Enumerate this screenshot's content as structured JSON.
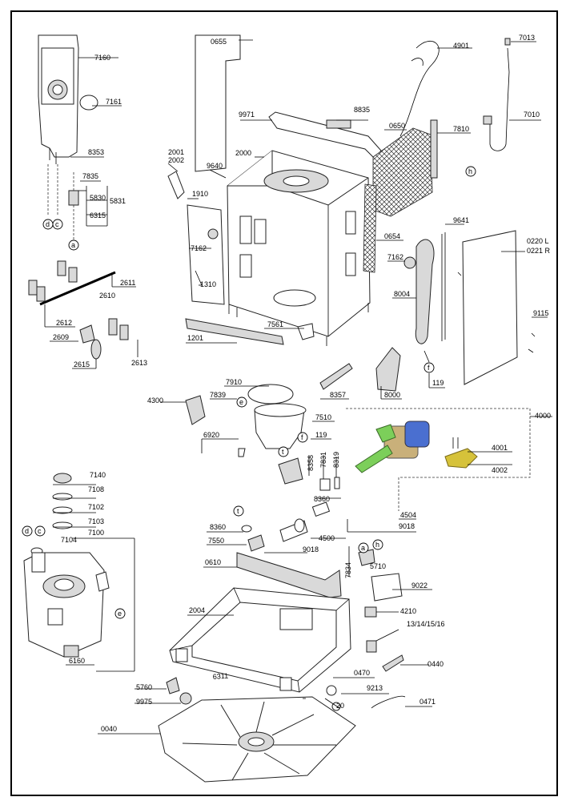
{
  "labels": [
    {
      "id": "l7160",
      "text": "7160"
    },
    {
      "id": "l7161",
      "text": "7161"
    },
    {
      "id": "l8353",
      "text": "8353"
    },
    {
      "id": "l7835",
      "text": "7835"
    },
    {
      "id": "l5830",
      "text": "5830"
    },
    {
      "id": "l5831",
      "text": "5831"
    },
    {
      "id": "l6315",
      "text": "6315"
    },
    {
      "id": "l0655",
      "text": "0655"
    },
    {
      "id": "l9971",
      "text": "9971"
    },
    {
      "id": "l8835",
      "text": "8835"
    },
    {
      "id": "l4901",
      "text": "4901"
    },
    {
      "id": "l7013",
      "text": "7013"
    },
    {
      "id": "l7010",
      "text": "7010"
    },
    {
      "id": "l7810",
      "text": "7810"
    },
    {
      "id": "l0650",
      "text": "0650"
    },
    {
      "id": "l2001",
      "text": "2001"
    },
    {
      "id": "l2002",
      "text": "2002"
    },
    {
      "id": "l2000",
      "text": "2000"
    },
    {
      "id": "l9640",
      "text": "9640"
    },
    {
      "id": "l1910",
      "text": "1910"
    },
    {
      "id": "l7162a",
      "text": "7162"
    },
    {
      "id": "l1310",
      "text": "1310"
    },
    {
      "id": "l0654",
      "text": "0654"
    },
    {
      "id": "l9641",
      "text": "9641"
    },
    {
      "id": "l0220",
      "text": "0220 L"
    },
    {
      "id": "l0221",
      "text": "0221 R"
    },
    {
      "id": "l7162b",
      "text": "7162"
    },
    {
      "id": "l8004",
      "text": "8004"
    },
    {
      "id": "l9115",
      "text": "9115"
    },
    {
      "id": "l2611",
      "text": "2611"
    },
    {
      "id": "l2610",
      "text": "2610"
    },
    {
      "id": "l2612",
      "text": "2612"
    },
    {
      "id": "l2609",
      "text": "2609"
    },
    {
      "id": "l2615",
      "text": "2615"
    },
    {
      "id": "l2613",
      "text": "2613"
    },
    {
      "id": "l1201",
      "text": "1201"
    },
    {
      "id": "l7561",
      "text": "7561"
    },
    {
      "id": "l119a",
      "text": "119"
    },
    {
      "id": "l8000",
      "text": "8000"
    },
    {
      "id": "l7910",
      "text": "7910"
    },
    {
      "id": "l8357",
      "text": "8357"
    },
    {
      "id": "l4300",
      "text": "4300"
    },
    {
      "id": "l7839",
      "text": "7839"
    },
    {
      "id": "l7510",
      "text": "7510"
    },
    {
      "id": "l4000",
      "text": "4000"
    },
    {
      "id": "l6920",
      "text": "6920"
    },
    {
      "id": "l119b",
      "text": "119"
    },
    {
      "id": "l4001",
      "text": "4001"
    },
    {
      "id": "l4002",
      "text": "4002"
    },
    {
      "id": "l8358",
      "text": "8358"
    },
    {
      "id": "l7831",
      "text": "7831"
    },
    {
      "id": "l8319",
      "text": "8319"
    },
    {
      "id": "l8360a",
      "text": "8360"
    },
    {
      "id": "l4504",
      "text": "4504"
    },
    {
      "id": "l9018a",
      "text": "9018"
    },
    {
      "id": "l4500",
      "text": "4500"
    },
    {
      "id": "l7140",
      "text": "7140"
    },
    {
      "id": "l7108",
      "text": "7108"
    },
    {
      "id": "l7102",
      "text": "7102"
    },
    {
      "id": "l7103",
      "text": "7103"
    },
    {
      "id": "l7100",
      "text": "7100"
    },
    {
      "id": "l7104",
      "text": "7104"
    },
    {
      "id": "l8360b",
      "text": "8360"
    },
    {
      "id": "l7550",
      "text": "7550"
    },
    {
      "id": "l9018b",
      "text": "9018"
    },
    {
      "id": "l0610",
      "text": "0610"
    },
    {
      "id": "l7834",
      "text": "7834"
    },
    {
      "id": "l5710",
      "text": "5710"
    },
    {
      "id": "l9022",
      "text": "9022"
    },
    {
      "id": "l2004",
      "text": "2004"
    },
    {
      "id": "l4210",
      "text": "4210"
    },
    {
      "id": "l131416",
      "text": "13/14/15/16"
    },
    {
      "id": "l6160",
      "text": "6160"
    },
    {
      "id": "l0440",
      "text": "0440"
    },
    {
      "id": "l0470",
      "text": "0470"
    },
    {
      "id": "l6311",
      "text": "6311"
    },
    {
      "id": "l5760",
      "text": "5760"
    },
    {
      "id": "l9213",
      "text": "9213"
    },
    {
      "id": "l9975",
      "text": "9975"
    },
    {
      "id": "l20",
      "text": "20"
    },
    {
      "id": "l0471",
      "text": "0471"
    },
    {
      "id": "l0040",
      "text": "0040"
    }
  ],
  "circle_markers": [
    {
      "id": "ca1",
      "text": "d"
    },
    {
      "id": "ca2",
      "text": "c"
    },
    {
      "id": "ca3",
      "text": "a"
    },
    {
      "id": "cb1",
      "text": "h"
    },
    {
      "id": "cb2",
      "text": "f"
    },
    {
      "id": "cb3",
      "text": "e"
    },
    {
      "id": "cb4",
      "text": "t"
    },
    {
      "id": "cb5",
      "text": "f"
    },
    {
      "id": "cb6",
      "text": "t"
    },
    {
      "id": "cb7",
      "text": "d"
    },
    {
      "id": "cb8",
      "text": "c"
    },
    {
      "id": "cb9",
      "text": "e"
    },
    {
      "id": "cc1",
      "text": "a"
    },
    {
      "id": "cc2",
      "text": "h"
    }
  ],
  "colors": {
    "frame": "#000000",
    "background": "#ffffff",
    "pump_blue": "#4a6fd0",
    "pump_green": "#7ccf5a",
    "pump_tan": "#c9b07a",
    "heater_yellow": "#d6c23a"
  }
}
